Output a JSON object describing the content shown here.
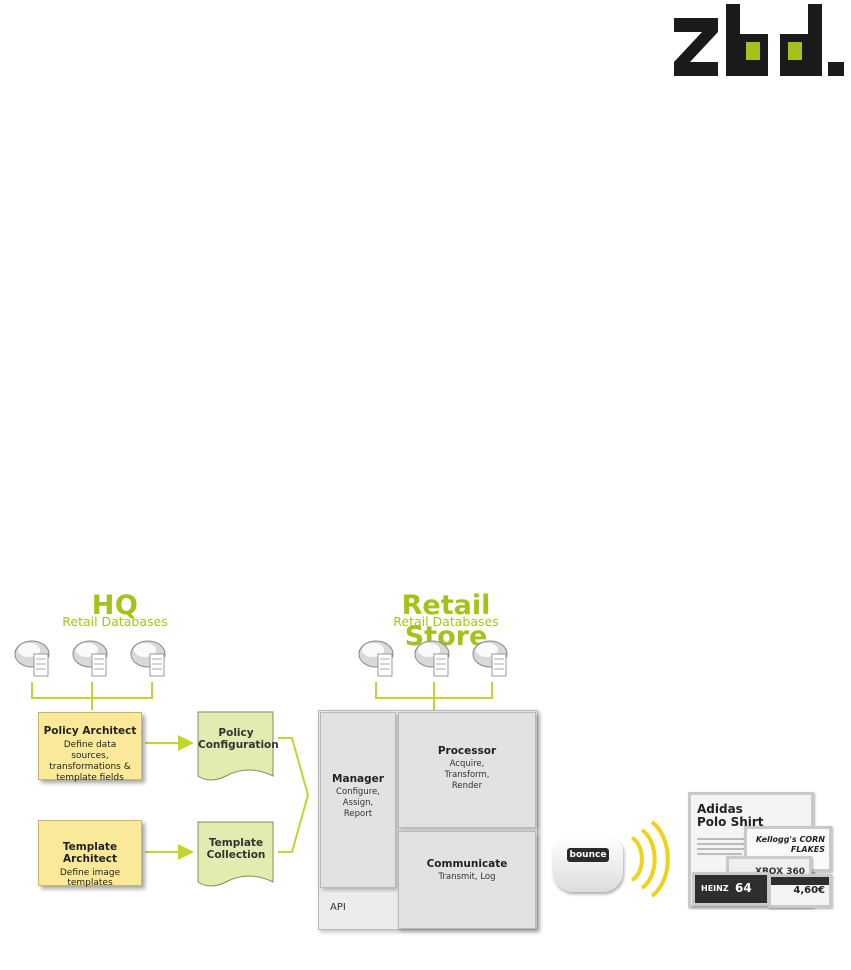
{
  "logo": {
    "text": "zbd."
  },
  "hq": {
    "title": "HQ",
    "subtitle": "Retail Databases"
  },
  "store": {
    "title": "Retail Store",
    "subtitle": "Retail Databases"
  },
  "policy_architect": {
    "title": "Policy Architect",
    "desc": "Define data sources, transformations & template fields"
  },
  "template_architect": {
    "title": "Template Architect",
    "desc": "Define image templates"
  },
  "policy_config": {
    "line1": "Policy",
    "line2": "Configuration"
  },
  "template_collection": {
    "line1": "Template",
    "line2": "Collection"
  },
  "manager": {
    "title": "Manager",
    "desc": "Configure, Assign, Report"
  },
  "processor": {
    "title": "Processor",
    "desc": "Acquire, Transform, Render"
  },
  "communicate": {
    "title": "Communicate",
    "desc": "Transmit, Log"
  },
  "api": {
    "label": "API"
  },
  "bounce": {
    "label": "bounce"
  },
  "labels": {
    "adidas": "Adidas Polo Shirt",
    "kelloggs": "Kellogg's CORN FLAKES",
    "xbox": "XBOX 360",
    "heinz": "HEINZ",
    "heinz_price": "64",
    "nivea_price": "4,60€"
  },
  "colors": {
    "accent": "#a6c21a",
    "yellow_box": "#fbe99a",
    "doc_green": "#e3ebb0",
    "gray_box": "#e2e2e2"
  }
}
